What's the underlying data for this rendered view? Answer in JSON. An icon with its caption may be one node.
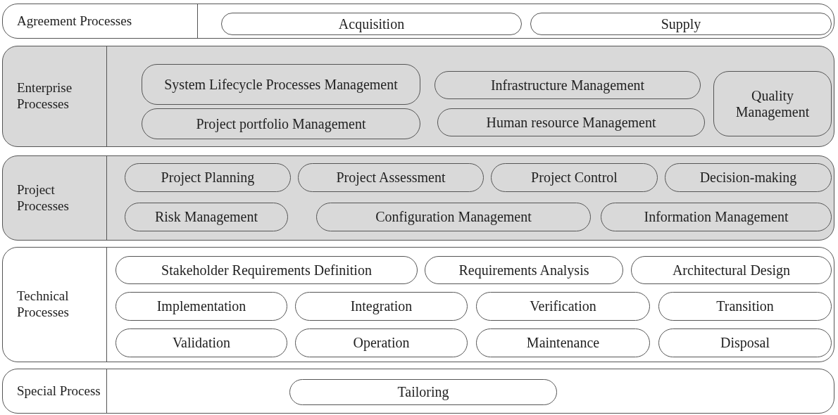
{
  "diagram": {
    "nodes": [
      {
        "text": [
          "Agreement Processes"
        ]
      },
      {
        "text": [
          "Acquisition"
        ],
        "in": 0
      },
      {
        "text": [
          "Supply"
        ],
        "in": 0
      },
      {
        "text": [
          "Enterprise Processes"
        ]
      },
      {
        "text": [
          "System Lifecycle Processes Management"
        ],
        "in": 3
      },
      {
        "text": [
          "Infrastructure Management"
        ],
        "in": 3
      },
      {
        "text": [
          "Quality Management"
        ],
        "in": 3
      },
      {
        "text": [
          "Project portfolio Management"
        ],
        "in": 3
      },
      {
        "text": [
          "Human resource Management"
        ],
        "in": 3
      },
      {
        "text": [
          "Project Processes"
        ]
      },
      {
        "text": [
          "Project Planning"
        ],
        "in": 9
      },
      {
        "text": [
          "Project Assessment"
        ],
        "in": 9
      },
      {
        "text": [
          "Project Control"
        ],
        "in": 9
      },
      {
        "text": [
          "Decision-making"
        ],
        "in": 9
      },
      {
        "text": [
          "Risk Management"
        ],
        "in": 9
      },
      {
        "text": [
          "Configuration Management"
        ],
        "in": 9
      },
      {
        "text": [
          "Information Management"
        ],
        "in": 9
      },
      {
        "text": [
          "Technical Processes"
        ]
      },
      {
        "text": [
          "Stakeholder Requirements Definition"
        ],
        "in": 17
      },
      {
        "text": [
          "Requirements Analysis"
        ],
        "in": 17
      },
      {
        "text": [
          "Architectural Design"
        ],
        "in": 17
      },
      {
        "text": [
          "Implementation"
        ],
        "in": 17
      },
      {
        "text": [
          "Integration"
        ],
        "in": 17
      },
      {
        "text": [
          "Verification"
        ],
        "in": 17
      },
      {
        "text": [
          "Transition"
        ],
        "in": 17
      },
      {
        "text": [
          "Validation"
        ],
        "in": 17
      },
      {
        "text": [
          "Operation"
        ],
        "in": 17
      },
      {
        "text": [
          "Maintenance"
        ],
        "in": 17
      },
      {
        "text": [
          "Disposal"
        ],
        "in": 17
      },
      {
        "text": [
          "Special Process"
        ]
      },
      {
        "text": [
          "Tailoring"
        ],
        "in": 29
      }
    ]
  }
}
